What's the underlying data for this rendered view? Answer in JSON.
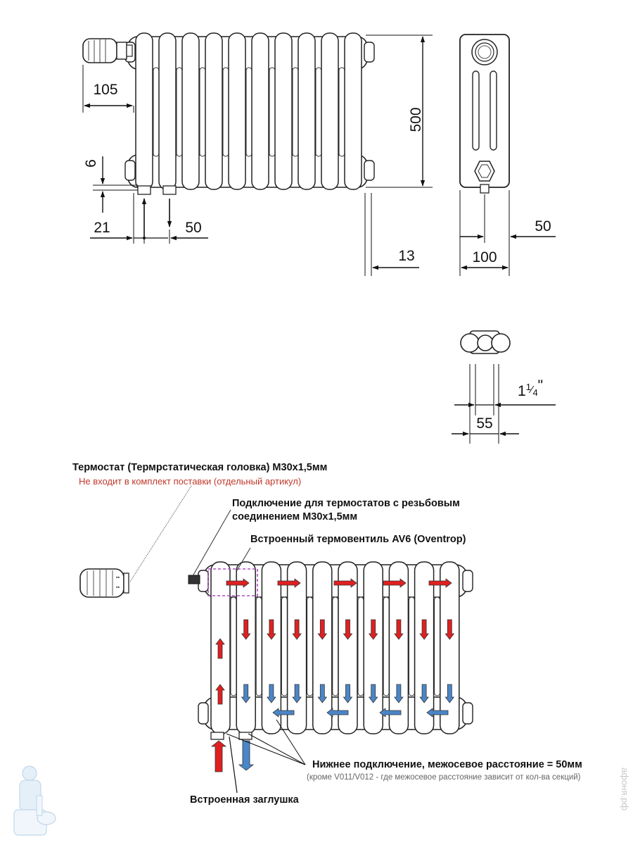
{
  "dimensions": {
    "thermostat_offset": "105",
    "height": "500",
    "bottom_gap": "6",
    "inlet_offset": "21",
    "connection_spacing": "50",
    "wall_gap": "13",
    "depth": "100",
    "side_axis": "50",
    "thread_whole": "1",
    "thread_num": "1",
    "thread_den": "4",
    "thread_unit": "\"",
    "tube_spacing": "55"
  },
  "labels": {
    "thermostat_title": "Термостат (Термрстатическая головка) М30х1,5мм",
    "thermostat_note": "Не входит в комплект поставки (отдельный артикул)",
    "connection_line1": "Подключение для термостатов с резьбовым",
    "connection_line2": "соединением М30х1,5мм",
    "valve": "Встроенный термовентиль AV6 (Oventrop)",
    "bottom_connection": "Нижнее подключение, межосевое расстояние = 50мм",
    "bottom_note": "(кроме V011/V012 - где межосевое расстояние зависит от кол-ва секций)",
    "plug": "Встроенная заглушка"
  },
  "watermark": "афоня.рф",
  "colors": {
    "hot_flow": "#e02020",
    "cold_flow": "#4a86c8",
    "valve_outline": "#b04fc0"
  }
}
